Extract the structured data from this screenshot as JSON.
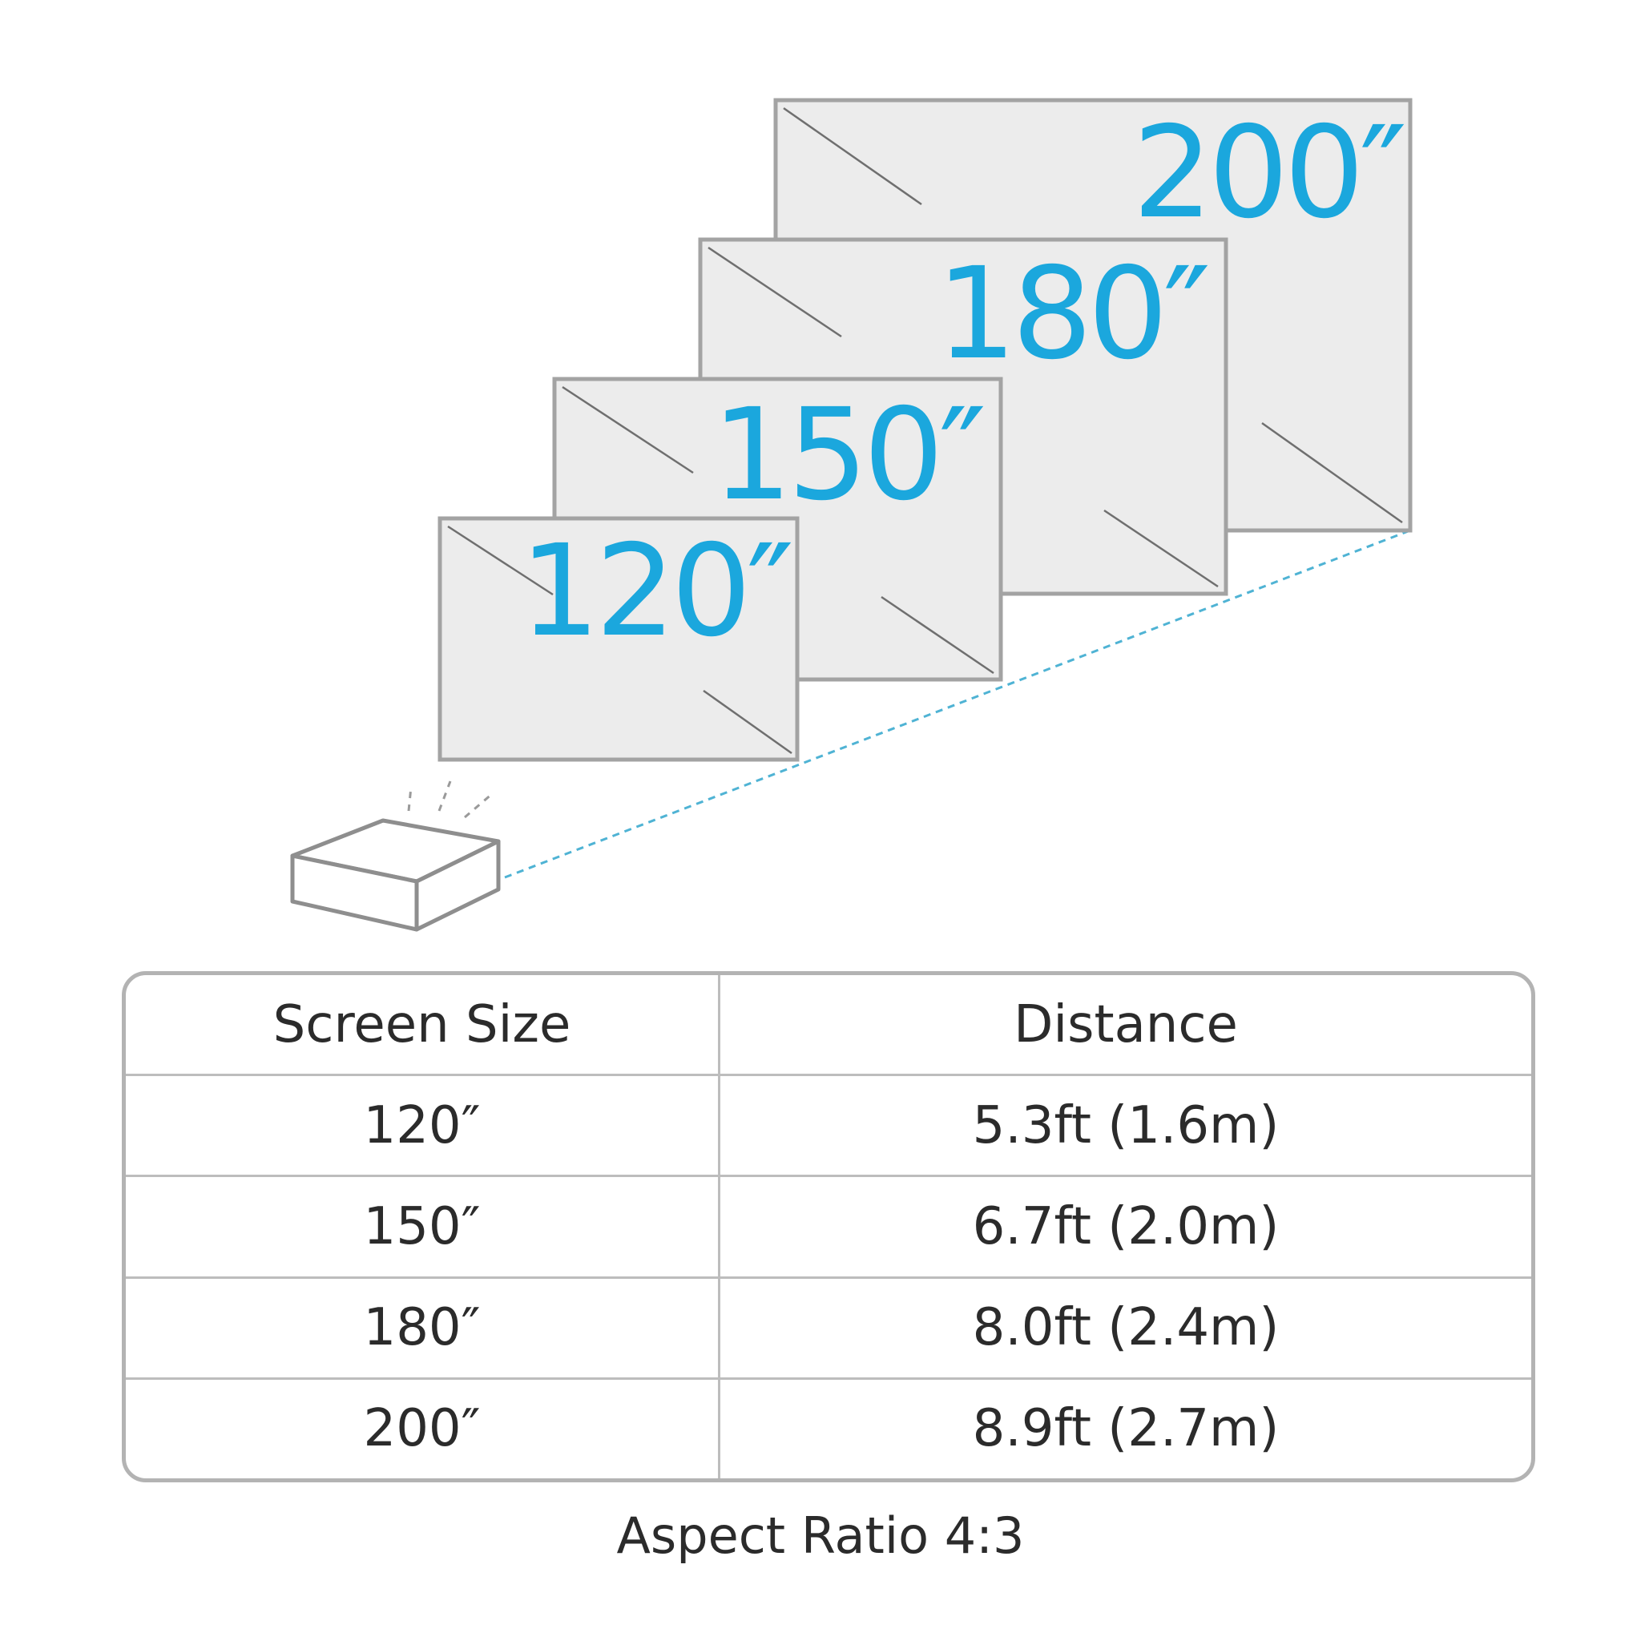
{
  "diagram": {
    "screens": [
      {
        "label": "200″"
      },
      {
        "label": "180″"
      },
      {
        "label": "150″"
      },
      {
        "label": "120″"
      }
    ],
    "accent_color": "#1ba7dd",
    "beam_color": "#4fb3d4",
    "projector_icon": "projector-icon"
  },
  "table": {
    "headers": {
      "size": "Screen Size",
      "distance": "Distance"
    },
    "rows": [
      {
        "size": "120″",
        "distance": "5.3ft (1.6m)"
      },
      {
        "size": "150″",
        "distance": "6.7ft (2.0m)"
      },
      {
        "size": "180″",
        "distance": "8.0ft (2.4m)"
      },
      {
        "size": "200″",
        "distance": "8.9ft (2.7m)"
      }
    ]
  },
  "footer": {
    "aspect_ratio": "Aspect Ratio 4:3"
  }
}
